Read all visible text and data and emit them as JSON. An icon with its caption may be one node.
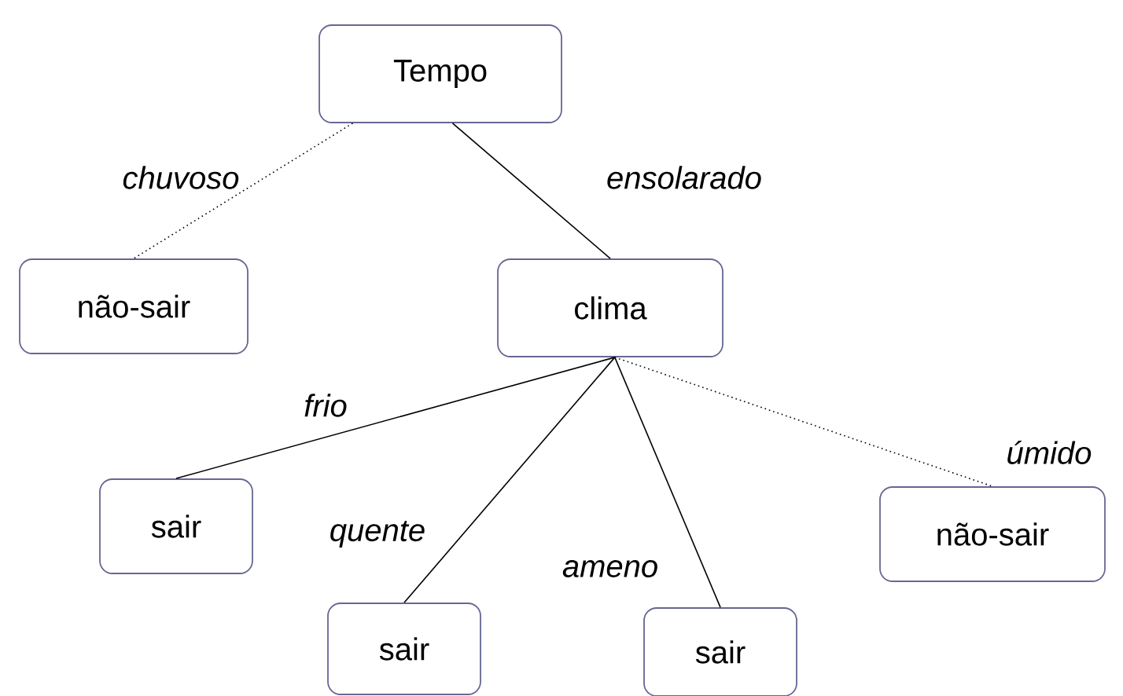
{
  "diagram": {
    "nodes": [
      {
        "text": [
          "Tempo"
        ]
      },
      {
        "text": [
          "não-sair"
        ]
      },
      {
        "text": [
          "clima"
        ]
      },
      {
        "text": [
          "sair"
        ]
      },
      {
        "text": [
          "sair"
        ]
      },
      {
        "text": [
          "sair"
        ]
      },
      {
        "text": [
          "não-sair"
        ]
      }
    ],
    "edges": [
      {
        "from": 0,
        "to": 1,
        "arrow": "none",
        "label": "chuvoso",
        "style": "dashed"
      },
      {
        "from": 0,
        "to": 2,
        "arrow": "none",
        "label": "ensolarado"
      },
      {
        "from": 2,
        "to": 3,
        "arrow": "none",
        "label": "frio"
      },
      {
        "from": 2,
        "to": 4,
        "arrow": "none",
        "label": "quente"
      },
      {
        "from": 2,
        "to": 5,
        "arrow": "none",
        "label": "ameno"
      },
      {
        "from": 2,
        "to": 6,
        "arrow": "none",
        "label": "úmido",
        "style": "dashed"
      }
    ]
  }
}
